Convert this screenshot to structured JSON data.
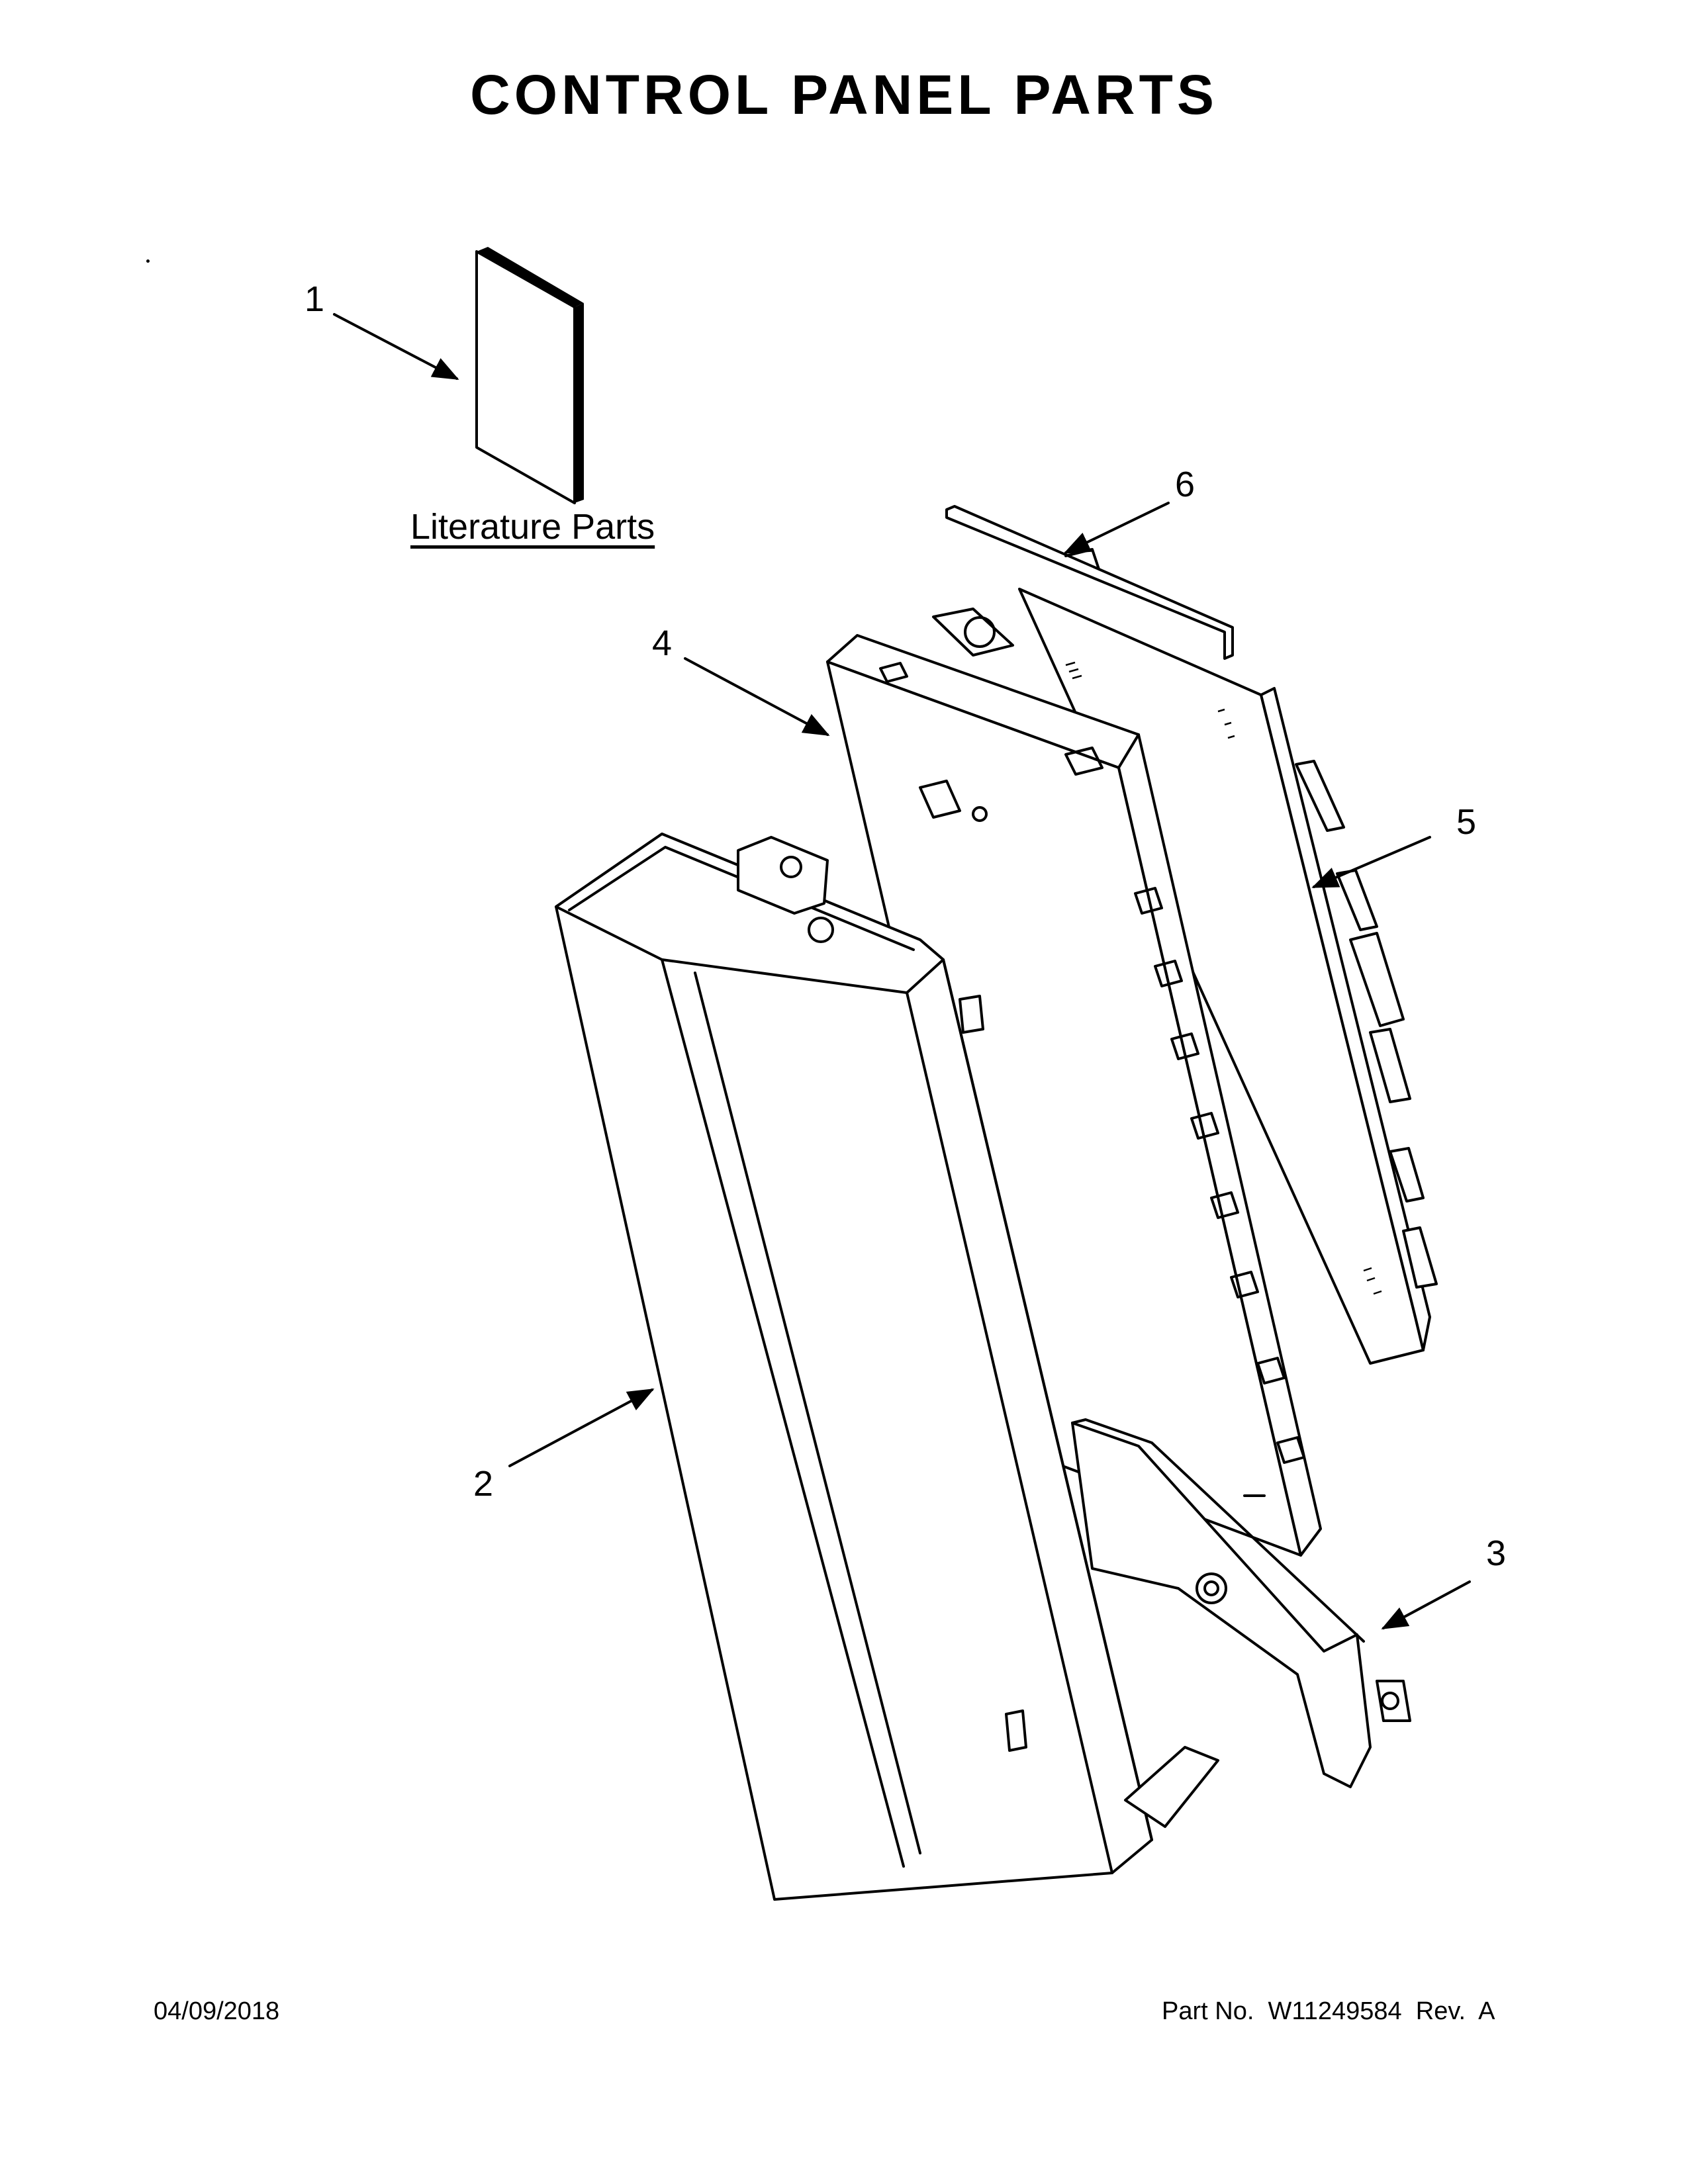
{
  "title": "CONTROL PANEL PARTS",
  "literature_label": "Literature Parts",
  "callouts": {
    "c1": "1",
    "c2": "2",
    "c3": "3",
    "c4": "4",
    "c5": "5",
    "c6": "6"
  },
  "footer": {
    "date": "04/09/2018",
    "part_label": "Part No.",
    "part_number": "W11249584",
    "rev_label": "Rev.",
    "rev_value": "A"
  }
}
